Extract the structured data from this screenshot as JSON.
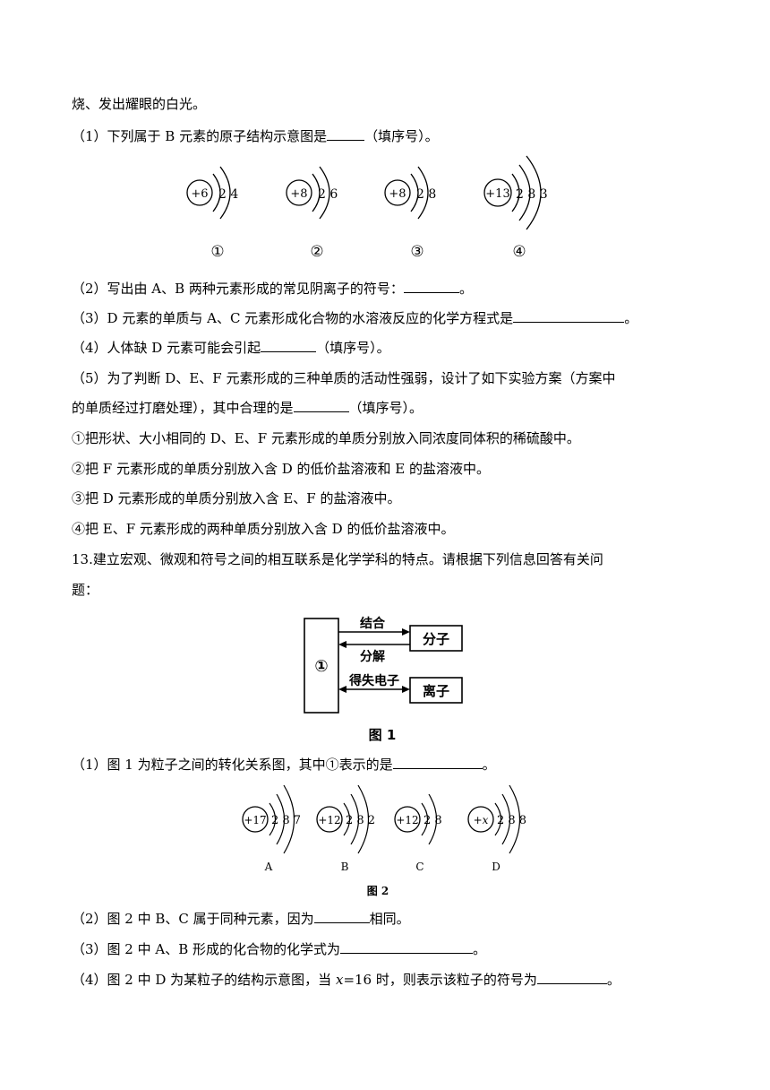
{
  "lines": {
    "l0": "烧、发出耀眼的白光。",
    "l1a": "（1）下列属于 B 元素的原子结构示意图是",
    "l1b": "（填序号）。",
    "l2a": "（2）写出由 A、B 两种元素形成的常见阴离子的符号：",
    "l2b": "。",
    "l3a": "（3）D 元素的单质与 A、C 元素形成化合物的水溶液反应的化学方程式是",
    "l3b": "。",
    "l4a": "（4）人体缺 D 元素可能会引起",
    "l4b": "（填序号）。",
    "l5a": "（5）为了判断 D、E、F 元素形成的三种单质的活动性强弱，设计了如下实验方案（方案中",
    "l5b": "的单质经过打磨处理），其中合理的是",
    "l5c": "（填序号）。",
    "o1": "①把形状、大小相同的 D、E、F 元素形成的单质分别放入同浓度同体积的稀硫酸中。",
    "o2": "②把 F 元素形成的单质分别放入含 D 的低价盐溶液和 E 的盐溶液中。",
    "o3": "③把 D 元素形成的单质分别放入含 E、F 的盐溶液中。",
    "o4": "④把 E、F 元素形成的两种单质分别放入含 D 的低价盐溶液中。",
    "q13a": "13.建立宏观、微观和符号之间的相互联系是化学学科的特点。请根据下列信息回答有关问",
    "q13b": "题：",
    "s1a": "（1）图 1 为粒子之间的转化关系图，其中①表示的是",
    "s1b": "。",
    "s2a": "（2）图 2 中 B、C 属于同种元素，因为",
    "s2b": "相同。",
    "s3a": "（3）图 2 中 A、B 形成的化合物的化学式为",
    "s3b": "。",
    "s4a": "（4）图 2 中 D 为某粒子的结构示意图，当 ",
    "s4x": "x",
    "s4c": "=16 时，则表示该粒子的符号为",
    "s4b": "。"
  },
  "atoms_top": [
    {
      "nucleus": "+6",
      "shells": "2 4",
      "label": "①"
    },
    {
      "nucleus": "+8",
      "shells": "2 6",
      "label": "②"
    },
    {
      "nucleus": "+8",
      "shells": "2 8",
      "label": "③"
    },
    {
      "nucleus": "+13",
      "shells": "2 8 3",
      "label": "④"
    }
  ],
  "figure1": {
    "center": "①",
    "combine": "结合",
    "decompose": "分解",
    "gain_lose": "得失电子",
    "molecule": "分子",
    "ion": "离子",
    "caption": "图 1"
  },
  "atoms_fig2": [
    {
      "nucleus": "+17",
      "shells": "2 8 7",
      "label": "A"
    },
    {
      "nucleus": "+12",
      "shells": "2 8 2",
      "label": "B"
    },
    {
      "nucleus": "+12",
      "shells": "2 8",
      "label": "C"
    },
    {
      "nucleus": "+x",
      "shells": "2 8 8",
      "label": "D"
    }
  ],
  "figure2_caption": "图 2"
}
